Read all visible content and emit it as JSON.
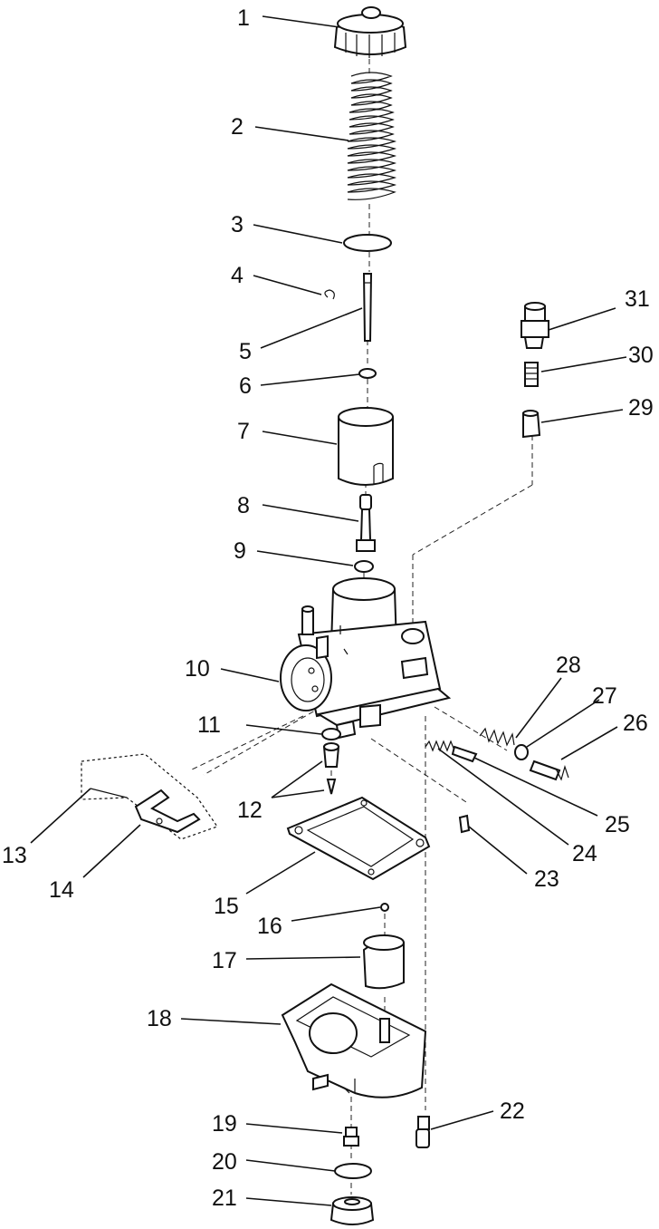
{
  "diagram": {
    "callouts": [
      {
        "id": "callout-1",
        "text": "1"
      },
      {
        "id": "callout-2",
        "text": "2"
      },
      {
        "id": "callout-3",
        "text": "3"
      },
      {
        "id": "callout-4",
        "text": "4"
      },
      {
        "id": "callout-5",
        "text": "5"
      },
      {
        "id": "callout-6",
        "text": "6"
      },
      {
        "id": "callout-7",
        "text": "7"
      },
      {
        "id": "callout-8",
        "text": "8"
      },
      {
        "id": "callout-9",
        "text": "9"
      },
      {
        "id": "callout-10",
        "text": "10"
      },
      {
        "id": "callout-11",
        "text": "11"
      },
      {
        "id": "callout-12",
        "text": "12"
      },
      {
        "id": "callout-13",
        "text": "13"
      },
      {
        "id": "callout-14",
        "text": "14"
      },
      {
        "id": "callout-15",
        "text": "15"
      },
      {
        "id": "callout-16",
        "text": "16"
      },
      {
        "id": "callout-17",
        "text": "17"
      },
      {
        "id": "callout-18",
        "text": "18"
      },
      {
        "id": "callout-19",
        "text": "19"
      },
      {
        "id": "callout-20",
        "text": "20"
      },
      {
        "id": "callout-21",
        "text": "21"
      },
      {
        "id": "callout-22",
        "text": "22"
      },
      {
        "id": "callout-23",
        "text": "23"
      },
      {
        "id": "callout-24",
        "text": "24"
      },
      {
        "id": "callout-25",
        "text": "25"
      },
      {
        "id": "callout-26",
        "text": "26"
      },
      {
        "id": "callout-27",
        "text": "27"
      },
      {
        "id": "callout-28",
        "text": "28"
      },
      {
        "id": "callout-29",
        "text": "29"
      },
      {
        "id": "callout-30",
        "text": "30"
      },
      {
        "id": "callout-31",
        "text": "31"
      }
    ]
  }
}
